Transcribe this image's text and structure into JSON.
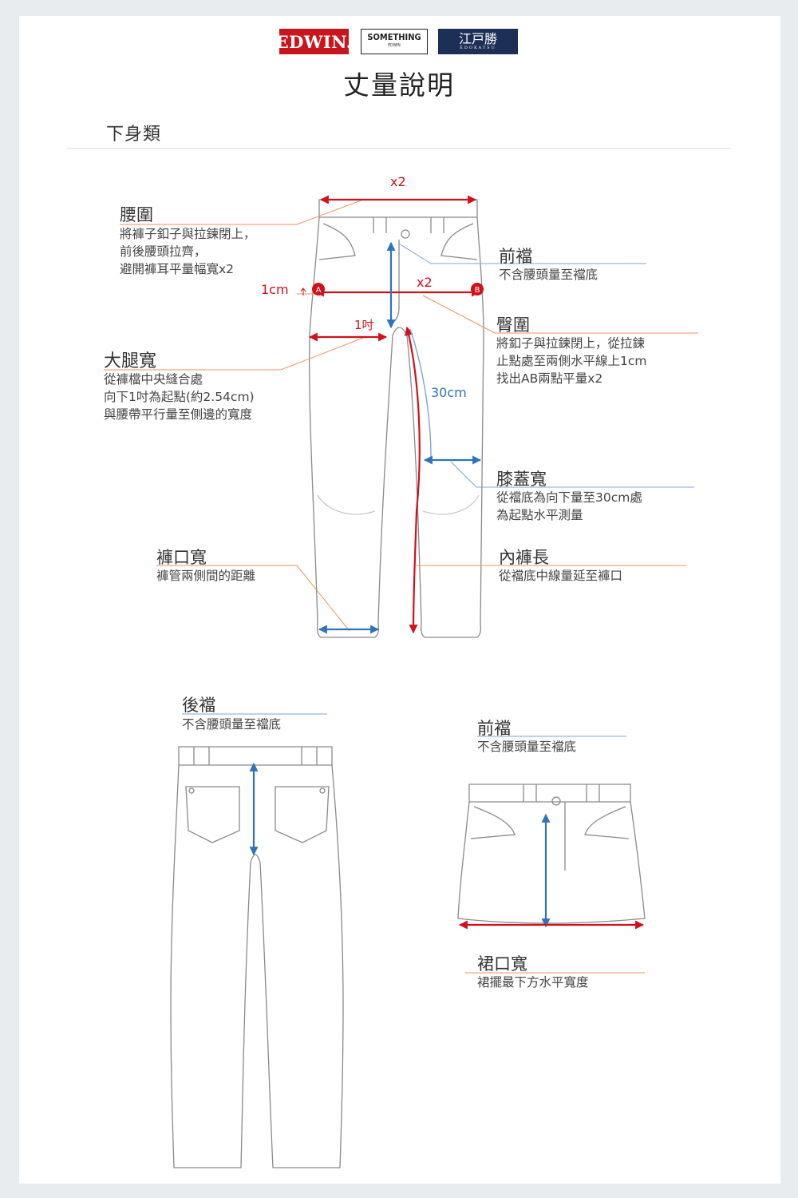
{
  "brands": {
    "edwin": "EDWIN.",
    "something": "SOMETHING",
    "something_sub": "EDWIN",
    "edo": "江戸勝",
    "edo_sub": "EDOKATSU"
  },
  "title": "丈量說明",
  "section": "下身類",
  "front_pants": {
    "waist": {
      "label": "腰圍",
      "desc": "將褲子釦子與拉鍊閉上，\n前後腰頭拉齊，\n避開褲耳平量幅寬x2"
    },
    "front_rise": {
      "label": "前襠",
      "desc": "不含腰頭量至襠底"
    },
    "hip": {
      "label": "臀圍",
      "desc": "將釦子與拉鍊閉上，從拉鍊\n止點處至兩側水平線上1cm\n找出AB兩點平量x2"
    },
    "thigh": {
      "label": "大腿寬",
      "desc": "從褲檔中央縫合處\n向下1吋為起點(約2.54cm)\n與腰帶平行量至側邊的寬度"
    },
    "knee": {
      "label": "膝蓋寬",
      "desc": "從襠底為向下量至30cm處\n為起點水平測量"
    },
    "hem": {
      "label": "褲口寬",
      "desc": "褲管兩側間的距離"
    },
    "inseam": {
      "label": "內褲長",
      "desc": "從襠底中線量延至褲口"
    },
    "marks": {
      "waist_x2": "x2",
      "hip_x2": "x2",
      "one_cm": "1cm",
      "one_inch": "1吋",
      "thirty_cm": "30cm",
      "point_a": "A",
      "point_b": "B"
    }
  },
  "back_pants": {
    "back_rise": {
      "label": "後襠",
      "desc": "不含腰頭量至襠底"
    }
  },
  "skirt": {
    "front_rise": {
      "label": "前襠",
      "desc": "不含腰頭量至襠底"
    },
    "hem": {
      "label": "裙口寬",
      "desc": "裙擺最下方水平寬度"
    }
  },
  "colors": {
    "red": "#d0101b",
    "blue": "#2f73b8",
    "orange": "#ef9161",
    "outline": "#8a8a8a"
  }
}
